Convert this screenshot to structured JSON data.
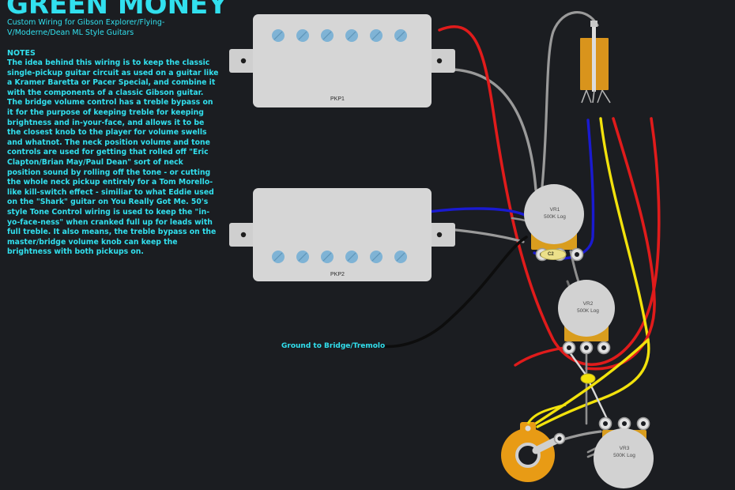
{
  "header": {
    "title": "GREEN MONEY",
    "subtitle": "Custom Wiring for Gibson Explorer/Flying-V/Moderne/Dean ML Style Guitars",
    "accent_color": "#31e0ee",
    "background_color": "#1b1d21"
  },
  "notes": {
    "heading": "NOTES",
    "body": "The idea behind this wiring is to keep the classic single-pickup guitar circuit as used on a guitar like a Kramer Baretta or Pacer Special, and combine it with the components of a classic Gibson guitar.   The bridge volume control has a treble bypass on it for the purpose of keeping treble for keeping brightness and in-your-face, and allows it to be the closest knob to the player for volume swells and whatnot. The neck position volume and tone controls are used for getting that rolled off \"Eric Clapton/Brian May/Paul Dean\" sort of neck position sound by rolling off the tone - or cutting the whole neck pickup entirely for a Tom Morello-like kill-switch effect - similiar to what Eddie used on the \"Shark\" guitar on You Really Got Me.   50's style Tone Control wiring is used to keep the \"in-yo-face-ness\" when cranked full up for leads with full treble.   It also means, the treble bypass on the master/bridge volume knob can keep the brightness with both pickups on."
  },
  "components": {
    "pickups": [
      {
        "id": "pkp1",
        "label": "PKP1",
        "pole_count": 6,
        "pole_color": "#7fb3d5",
        "body_color": "#d4d4d4"
      },
      {
        "id": "pkp2",
        "label": "PKP2",
        "pole_count": 6,
        "pole_color": "#7fb3d5",
        "body_color": "#d4d4d4"
      }
    ],
    "pots": [
      {
        "id": "vr1",
        "name": "VR1",
        "value": "500K Log"
      },
      {
        "id": "vr2",
        "name": "VR2",
        "value": "500K Log"
      },
      {
        "id": "vr3",
        "name": "VR3",
        "value": "500K Log"
      }
    ],
    "capacitors": [
      {
        "id": "c2",
        "label": "C2"
      },
      {
        "id": "c1",
        "label": ""
      }
    ],
    "switch": {
      "id": "sw1",
      "label": "",
      "body_color": "#d99d1e"
    },
    "jack": {
      "id": "jack1",
      "label": "",
      "body_color": "#e89b15"
    }
  },
  "labels": {
    "ground": "Ground to Bridge/Tremolo"
  },
  "wire_colors": {
    "red": "#e01b1b",
    "blue": "#1a1ad0",
    "yellow": "#f2e20c",
    "black": "#0a0a0a",
    "shield_gray": "#999999",
    "lug_gray": "#d0d0d0"
  }
}
